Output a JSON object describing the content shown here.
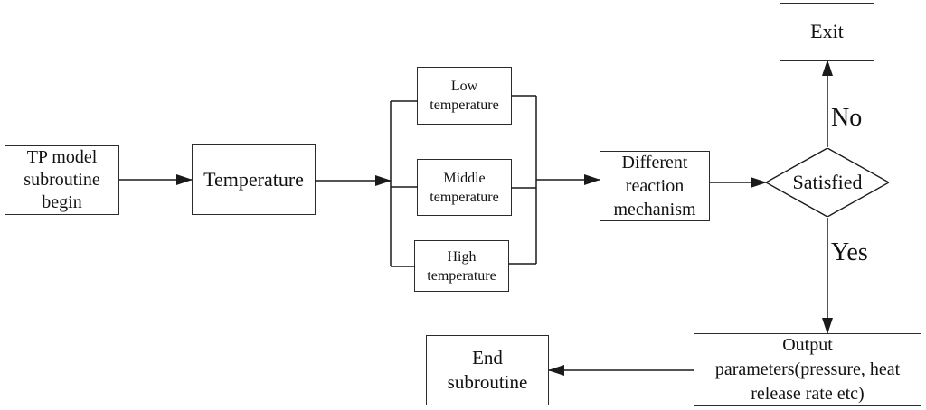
{
  "diagram": {
    "type": "flowchart",
    "nodes": {
      "tp_begin": {
        "label": "TP model\nsubroutine\nbegin"
      },
      "temperature": {
        "label": "Temperature"
      },
      "low_temp": {
        "label": "Low\ntemperature"
      },
      "middle_temp": {
        "label": "Middle\ntemperature"
      },
      "high_temp": {
        "label": "High\ntemperature"
      },
      "diff_mechanism": {
        "label": "Different\nreaction\nmechanism"
      },
      "satisfied": {
        "label": "Satisfied"
      },
      "exit": {
        "label": "Exit"
      },
      "output": {
        "label": "Output\nparameters(pressure, heat\nrelease rate etc)"
      },
      "end_subroutine": {
        "label": "End\nsubroutine"
      }
    },
    "edge_labels": {
      "no": "No",
      "yes": "Yes"
    },
    "colors": {
      "background": "#ffffff",
      "line": "#1a1a1a",
      "box_border": "#2b2b2b",
      "text": "#111111"
    }
  }
}
